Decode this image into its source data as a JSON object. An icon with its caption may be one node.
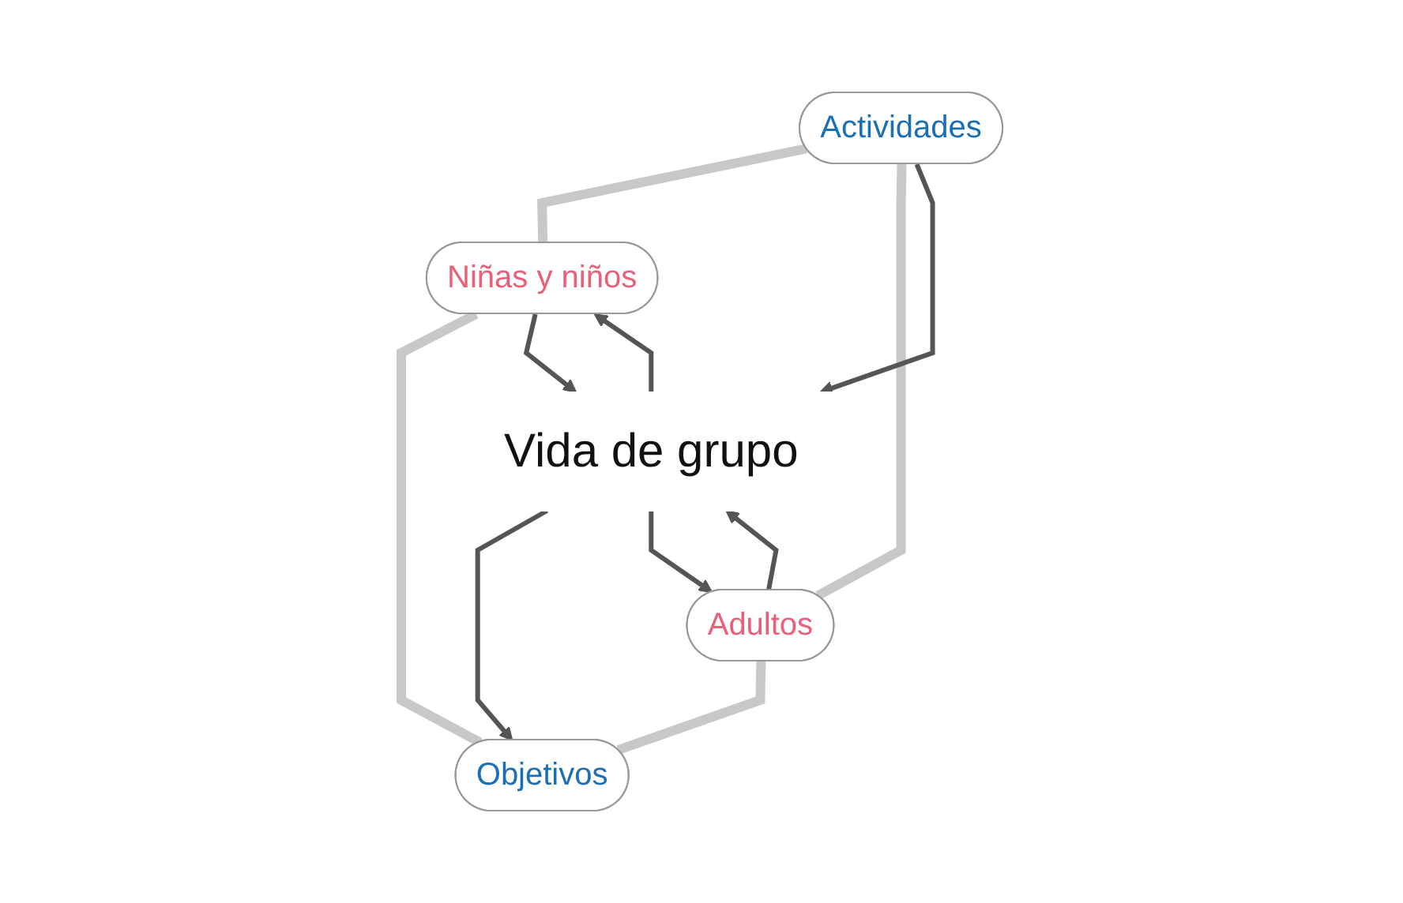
{
  "diagram": {
    "nodes": [
      {
        "text": [
          "Niñas y niños"
        ]
      },
      {
        "text": [
          "Actividades"
        ]
      },
      {
        "text": [
          "Vida de grupo"
        ]
      },
      {
        "text": [
          "Objetivos"
        ]
      },
      {
        "text": [
          "Adultos"
        ]
      }
    ],
    "edges": [
      {
        "from": 1,
        "to": 0,
        "arrow": "none",
        "style": "thick",
        "color": "#c8c8c8"
      },
      {
        "from": 0,
        "to": 3,
        "arrow": "none",
        "style": "thick",
        "color": "#c8c8c8"
      },
      {
        "from": 1,
        "to": 4,
        "arrow": "none",
        "style": "thick",
        "color": "#c8c8c8"
      },
      {
        "from": 4,
        "to": 3,
        "arrow": "none",
        "style": "thick",
        "color": "#c8c8c8"
      },
      {
        "from": 0,
        "to": 2,
        "arrow": "to"
      },
      {
        "from": 2,
        "to": 0,
        "arrow": "to"
      },
      {
        "from": 1,
        "to": 2,
        "arrow": "to"
      },
      {
        "from": 2,
        "to": 3,
        "arrow": "to"
      },
      {
        "from": 2,
        "to": 4,
        "arrow": "to"
      },
      {
        "from": 4,
        "to": 2,
        "arrow": "to"
      }
    ]
  }
}
